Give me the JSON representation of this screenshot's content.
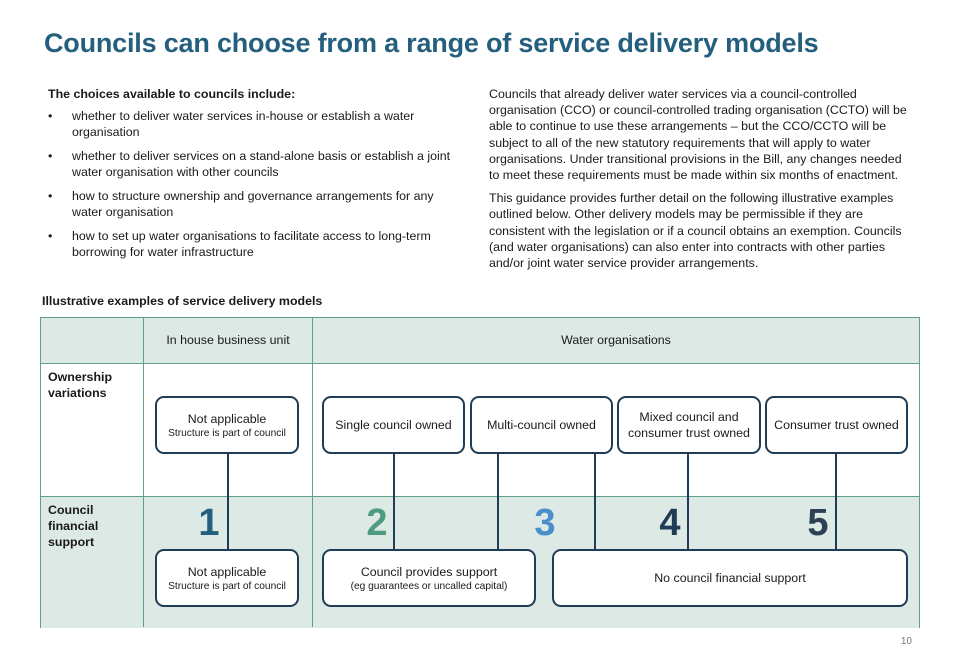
{
  "title": "Councils can choose from a range of service delivery models",
  "left": {
    "intro": "The choices available to councils include:",
    "bullet_glyph": "•",
    "bullets": [
      "whether to deliver water services in-house or establish a water organisation",
      "whether to deliver services on a stand-alone basis or establish a joint water organisation with other councils",
      "how to structure ownership and governance arrangements for any water organisation",
      "how to set up water organisations to facilitate access to long-term borrowing for water infrastructure"
    ]
  },
  "right": {
    "paragraphs": [
      "Councils that already deliver water services via a council-controlled organisation (CCO) or council-controlled trading organisation (CCTO) will be able to continue to use these arrangements – but the CCO/CCTO will be subject to all of the new statutory requirements that will apply to water organisations. Under transitional provisions in the Bill, any changes needed to meet these requirements must be made within six months of enactment.",
      "This guidance provides further detail on the following illustrative examples outlined below. Other delivery models may be permissible if they are consistent with the legislation or if a council obtains an exemption. Councils (and water organisations) can also enter into contracts with other parties and/or joint water service provider arrangements."
    ]
  },
  "table": {
    "heading": "Illustrative examples of service delivery models",
    "col_headers": {
      "in_house": "In house business unit",
      "water_orgs": "Water organisations"
    },
    "row_labels": {
      "ownership": "Ownership variations",
      "financial": "Council financial support"
    },
    "ownership_boxes": [
      {
        "label": "Not applicable",
        "sub": "Structure is part of council"
      },
      {
        "label": "Single council owned",
        "sub": ""
      },
      {
        "label": "Multi-council owned",
        "sub": ""
      },
      {
        "label": "Mixed council and consumer trust owned",
        "sub": ""
      },
      {
        "label": "Consumer trust owned",
        "sub": ""
      }
    ],
    "numbers": [
      {
        "value": "1",
        "color": "#245f7e"
      },
      {
        "value": "2",
        "color": "#4e9a82"
      },
      {
        "value": "3",
        "color": "#4a8fc7"
      },
      {
        "value": "4",
        "color": "#1f3d56"
      },
      {
        "value": "5",
        "color": "#2d4154"
      }
    ],
    "financial_boxes": [
      {
        "label": "Not applicable",
        "sub": "Structure is part of council"
      },
      {
        "label": "Council provides support",
        "sub": "(eg guarantees or uncalled capital)"
      },
      {
        "label": "No council financial support",
        "sub": ""
      }
    ]
  },
  "page_number": "10"
}
